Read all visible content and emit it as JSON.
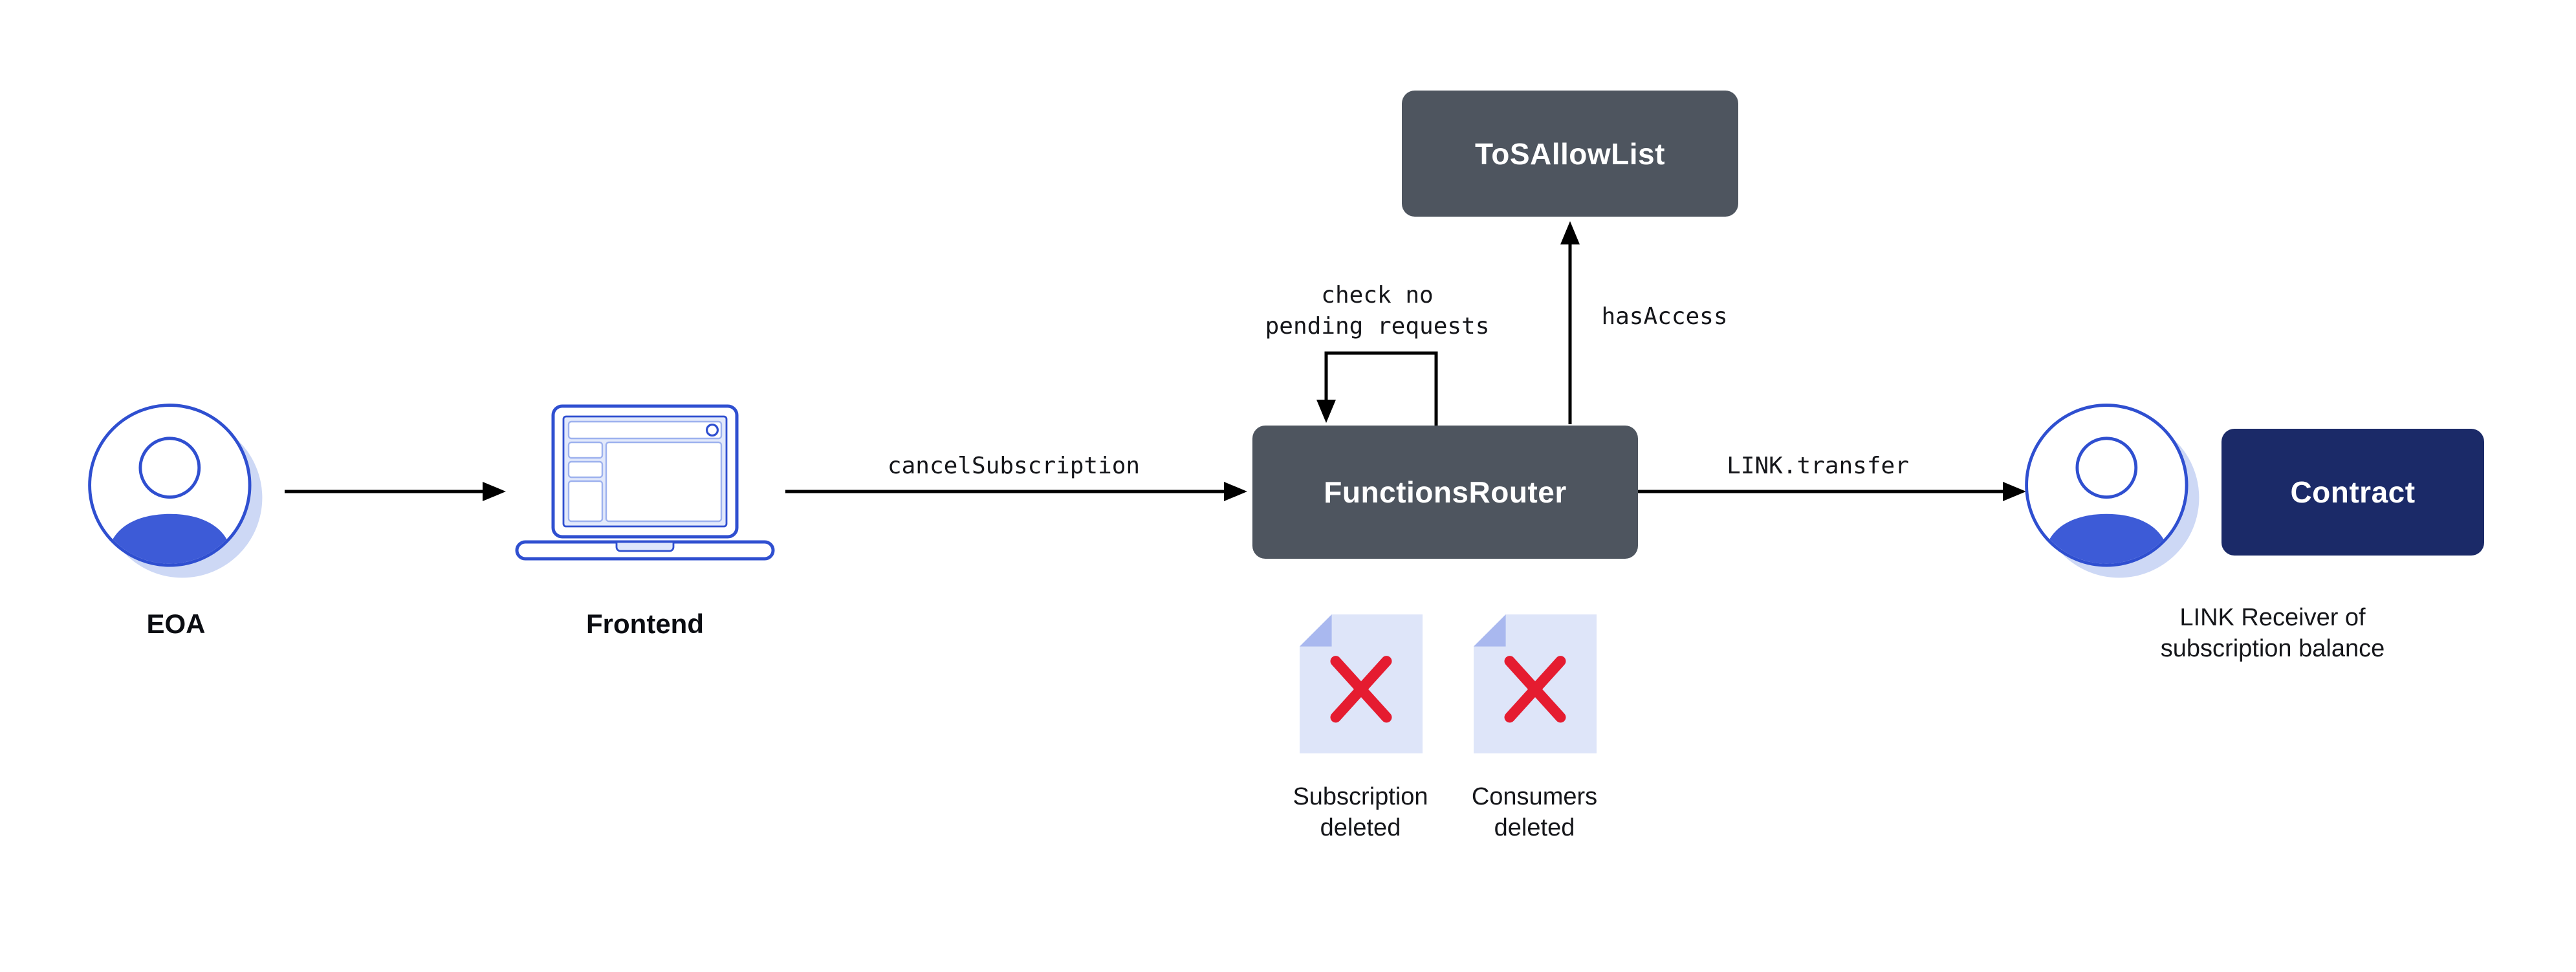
{
  "diagram": {
    "nodes": {
      "eoa": {
        "label": "EOA",
        "icon": "person-avatar"
      },
      "frontend": {
        "label": "Frontend",
        "icon": "laptop"
      },
      "functions_router": {
        "label": "FunctionsRouter"
      },
      "tos_allow_list": {
        "label": "ToSAllowList"
      },
      "contract": {
        "label": "Contract"
      },
      "link_receiver": {
        "icon": "person-avatar",
        "lines": [
          "LINK Receiver of",
          "subscription balance"
        ]
      }
    },
    "edges": {
      "frontend_to_router": {
        "label": "cancelSubscription"
      },
      "router_to_receiver": {
        "label": "LINK.transfer"
      },
      "router_to_tos": {
        "label": "hasAccess"
      },
      "router_self_loop": {
        "lines": [
          "check no",
          "pending requests"
        ]
      }
    },
    "artifacts": {
      "subscription_deleted": {
        "icon": "document-x",
        "lines": [
          "Subscription",
          "deleted"
        ]
      },
      "consumers_deleted": {
        "icon": "document-x",
        "lines": [
          "Consumers",
          "deleted"
        ]
      }
    },
    "colors": {
      "box_gray": "#4e555f",
      "box_navy": "#1b2a68",
      "avatar_stroke": "#2f4fd0",
      "avatar_fill": "#3d5bd7",
      "avatar_shadow": "#cdd8f5",
      "doc_fill": "#dee5f9",
      "doc_fold": "#a9b8ef",
      "x_red": "#e51c30",
      "arrow": "#000000",
      "text": "#101114"
    }
  }
}
